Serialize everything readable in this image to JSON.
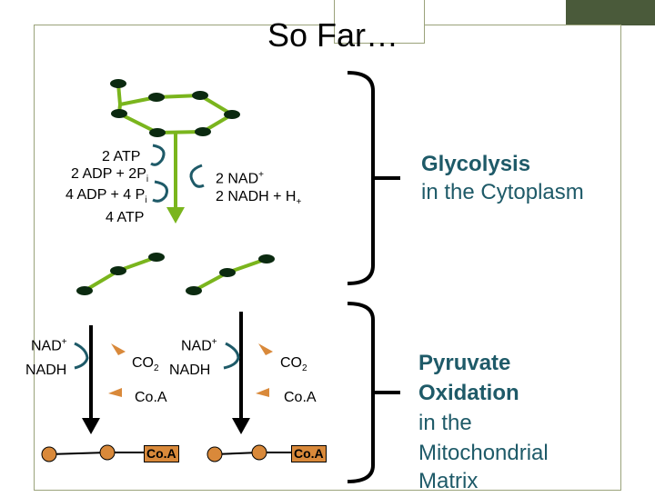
{
  "title": "So Far…",
  "glycolysis": {
    "atp1": "2 ATP",
    "adp1": "2 ADP + 2P",
    "sub1": "i",
    "adp2": "4 ADP + 4 P",
    "sub2": "i",
    "atp2": "4 ATP",
    "nad": "2 NAD",
    "nad_sup": "+",
    "nadh": "2 NADH + H",
    "nadh_sup": "+",
    "label_bold": "Glycolysis",
    "label_rest": "in the Cytoplasm"
  },
  "pyruvate": {
    "nad_left": "NAD",
    "nad_left_sup": "+",
    "nadh_left": "NADH",
    "co2_left": "CO",
    "co2_left_sub": "2",
    "nad_mid": "NAD",
    "nad_mid_sup": "+",
    "nadh_mid": "NADH",
    "coa_left": "Co.A",
    "co2_right": "CO",
    "co2_right_sub": "2",
    "coa_right": "Co.A",
    "coa_box_left": "Co.A",
    "coa_box_right": "Co.A",
    "label_line1": "Pyruvate",
    "label_line2": "Oxidation",
    "label_line3": "in the",
    "label_line4": "Mitochondrial",
    "label_line5": "Matrix"
  },
  "colors": {
    "label_blue": "#1e5a68",
    "arrow_green": "#7ab51d",
    "molecule_line": "#7ab51d",
    "node_dark": "#0b2a10",
    "acetyl_orange": "#d9893a",
    "frame": "#9aa27a"
  }
}
